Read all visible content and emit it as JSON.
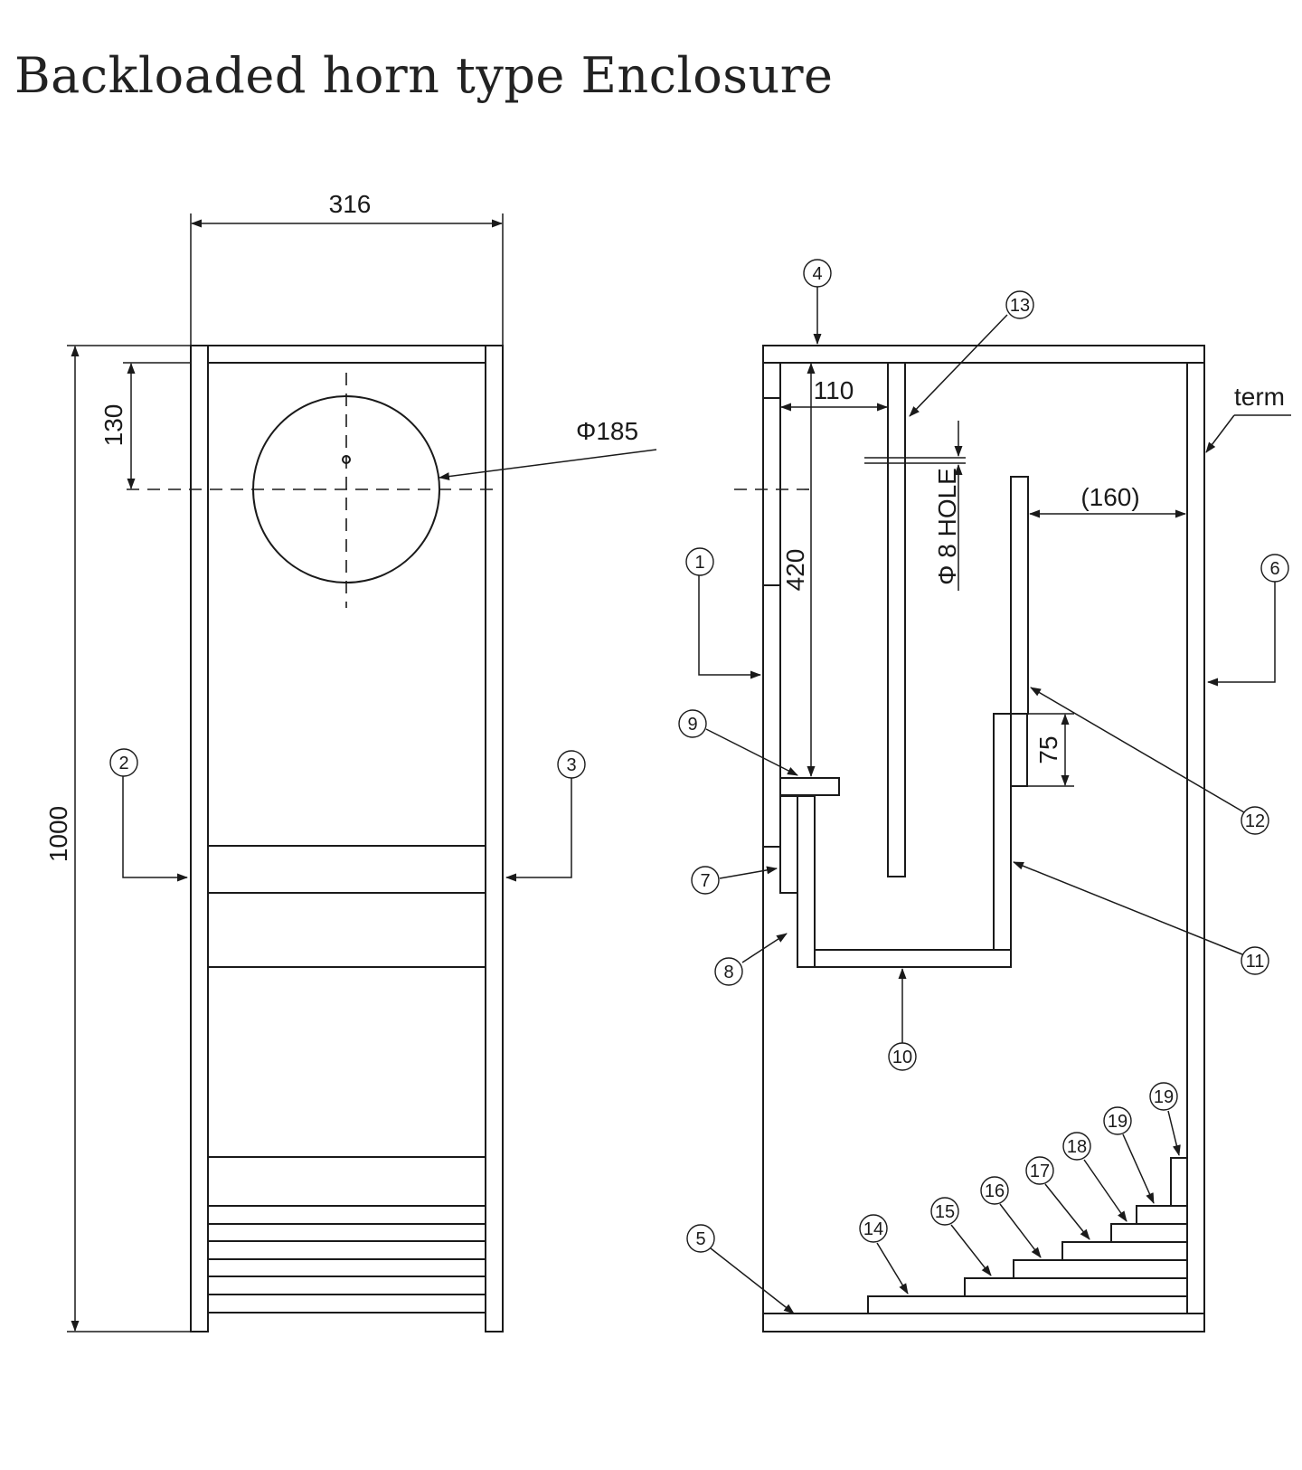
{
  "title": "Backloaded horn type Enclosure",
  "dimensions": {
    "width": "316",
    "height": "1000",
    "driver_offset": "130",
    "driver_diameter": "Φ185",
    "baffle_offset": "110",
    "partition_length": "420",
    "hole": "Φ 8 HOLE",
    "term_gap": "(160)",
    "step": "75"
  },
  "labels": {
    "term": "term"
  },
  "parts": {
    "p1": "1",
    "p2": "2",
    "p3": "3",
    "p4": "4",
    "p5": "5",
    "p6": "6",
    "p7": "7",
    "p8": "8",
    "p9": "9",
    "p10": "10",
    "p11": "11",
    "p12": "12",
    "p13": "13",
    "p14": "14",
    "p15": "15",
    "p16": "16",
    "p17": "17",
    "p18": "18",
    "p19a": "19",
    "p19b": "19"
  }
}
